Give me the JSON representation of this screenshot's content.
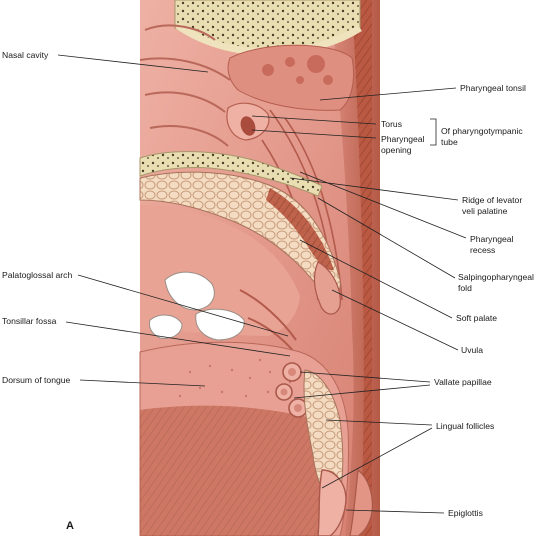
{
  "figure": {
    "panel_letter": "A",
    "labels": {
      "nasal_cavity": "Nasal cavity",
      "pharyngeal_tonsil": "Pharyngeal tonsil",
      "torus": "Torus",
      "pharyngeal_opening_line1": "Pharyngeal",
      "pharyngeal_opening_line2": "opening",
      "pharyngotympanic_line1": "Of pharyngotympanic",
      "pharyngotympanic_line2": "tube",
      "ridge_levator_line1": "Ridge of levator",
      "ridge_levator_line2": "veli palatine",
      "pharyngeal_recess_line1": "Pharyngeal",
      "pharyngeal_recess_line2": "recess",
      "salpingopharyngeal_line1": "Salpingopharyngeal",
      "salpingopharyngeal_line2": "fold",
      "soft_palate": "Soft palate",
      "uvula": "Uvula",
      "palatoglossal_arch": "Palatoglossal arch",
      "tonsillar_fossa": "Tonsillar fossa",
      "dorsum_of_tongue": "Dorsum of tongue",
      "vallate_papillae": "Vallate papillae",
      "lingual_follicles": "Lingual follicles",
      "epiglottis": "Epiglottis"
    },
    "colors": {
      "mucosa": "#e59a8c",
      "mucosa_dark": "#c2685b",
      "mucosa_light": "#f2bfb3",
      "muscle": "#b5533f",
      "bone": "#efe3bd",
      "fat": "#f3dcc5",
      "tooth": "#ffffff",
      "leader_line": "#222222"
    }
  }
}
